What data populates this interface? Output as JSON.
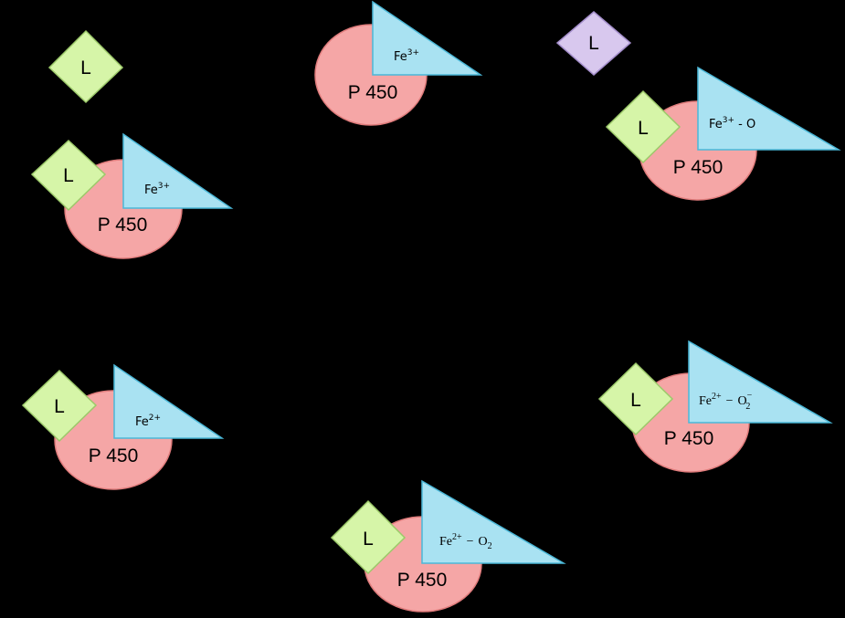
{
  "colors": {
    "background": "#000000",
    "enzyme_fill": "#f5a6a6",
    "enzyme_stroke": "#e07c7c",
    "heme_fill": "#a9e2f2",
    "heme_stroke": "#4bb8d8",
    "ligand_fill": "#d6f5a8",
    "ligand_stroke": "#9cc96a",
    "product_fill": "#d8c8ee",
    "product_stroke": "#a58fcc"
  },
  "icons": {
    "enzyme": "ellipse-shape",
    "heme": "triangle-shape",
    "ligand": "diamond-shape"
  },
  "labels": {
    "ligand": "L",
    "enzyme": "P 450"
  },
  "states": {
    "free_ligand": {
      "ligand": "L"
    },
    "resting": {
      "enzyme": "P 450",
      "iron": "Fe",
      "charge": "3+"
    },
    "substrate_bound": {
      "ligand": "L",
      "enzyme": "P 450",
      "iron": "Fe",
      "charge": "3+"
    },
    "reduced": {
      "ligand": "L",
      "enzyme": "P 450",
      "iron": "Fe",
      "charge": "2+"
    },
    "oxy": {
      "ligand": "L",
      "enzyme": "P 450",
      "iron": "Fe",
      "charge": "2+",
      "dash": "−",
      "o": "O",
      "o_sub": "2"
    },
    "superoxo": {
      "ligand": "L",
      "enzyme": "P 450",
      "iron": "Fe",
      "charge": "2+",
      "dash": "−",
      "o": "O",
      "o_sub": "2",
      "o_sup": "−"
    },
    "ferryl": {
      "ligand": "L",
      "enzyme": "P 450",
      "iron": "Fe",
      "charge": "3+",
      "tail": " - O"
    },
    "product": {
      "ligand": "L"
    }
  }
}
